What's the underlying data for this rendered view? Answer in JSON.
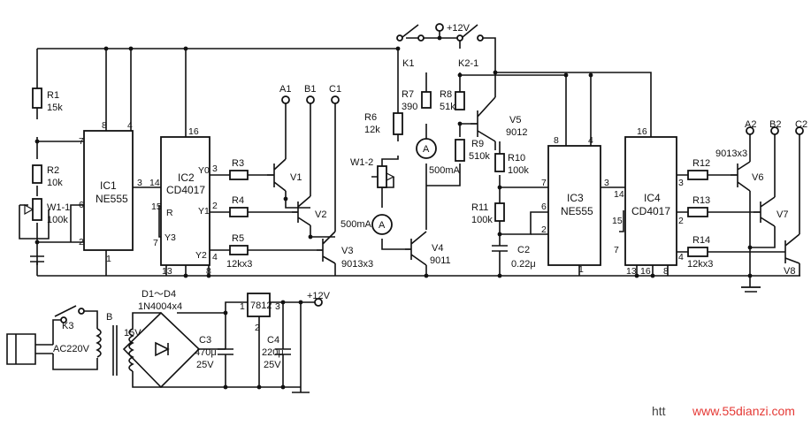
{
  "labels": {
    "R1": "R1",
    "R1v": "15k",
    "R2": "R2",
    "R2v": "10k",
    "W11": "W1-1",
    "W11v": "100k",
    "IC1": "IC1",
    "IC1t": "NE555",
    "IC2": "IC2",
    "IC2t": "CD4017",
    "IC3": "IC3",
    "IC3t": "NE555",
    "IC4": "IC4",
    "IC4t": "CD4017",
    "R3": "R3",
    "R4": "R4",
    "R5": "R5",
    "R5v": "12kx3",
    "V1": "V1",
    "V2": "V2",
    "V3": "V3",
    "V3v": "9013x3",
    "A1": "A1",
    "B1": "B1",
    "C1": "C1",
    "K1": "K1",
    "K21": "K2-1",
    "p12top": "+12V",
    "R6": "R6",
    "R6v": "12k",
    "R7": "R7",
    "R7v": "390",
    "R8": "R8",
    "R8v": "51k",
    "R9": "R9",
    "R9v": "510k",
    "R10": "R10",
    "R10v": "100k",
    "R11": "R11",
    "R11v": "100k",
    "W12": "W1-2",
    "mA1": "500mA",
    "mA2": "500mA",
    "A": "A",
    "V4": "V4",
    "V4v": "9011",
    "V5": "V5",
    "V5v": "9012",
    "C2": "C2",
    "C2v": "0.22μ",
    "R12": "R12",
    "R12v": "9013x3",
    "R13": "R13",
    "R14": "R14",
    "R14v": "12kx3",
    "V6": "V6",
    "V7": "V7",
    "V8": "V8",
    "A2": "A2",
    "B2": "B2",
    "C2t": "C2",
    "K3": "K3",
    "AC": "AC220V",
    "B": "B",
    "v15": "15V",
    "D": "D1～D4",
    "Dv": "1N4004x4",
    "reg": "7812",
    "p12out": "+12V",
    "C3": "C3",
    "C3v": "470μ",
    "C3vv": "25V",
    "C4": "C4",
    "C4v": "220μ",
    "C4vv": "25V",
    "pins": {
      "p8": "8",
      "p4": "4",
      "p7": "7",
      "p6": "6",
      "p2": "2",
      "p1": "1",
      "p3": "3",
      "p16": "16",
      "p14": "14",
      "p15": "15",
      "p13": "13",
      "Y0": "Y0",
      "Y1": "Y1",
      "Y2": "Y2",
      "Y3": "Y3",
      "R": "R",
      "r1": "1",
      "r2": "2",
      "r3": "3"
    },
    "wm1": "htt",
    "wm2": "www.55dianzi.com"
  }
}
